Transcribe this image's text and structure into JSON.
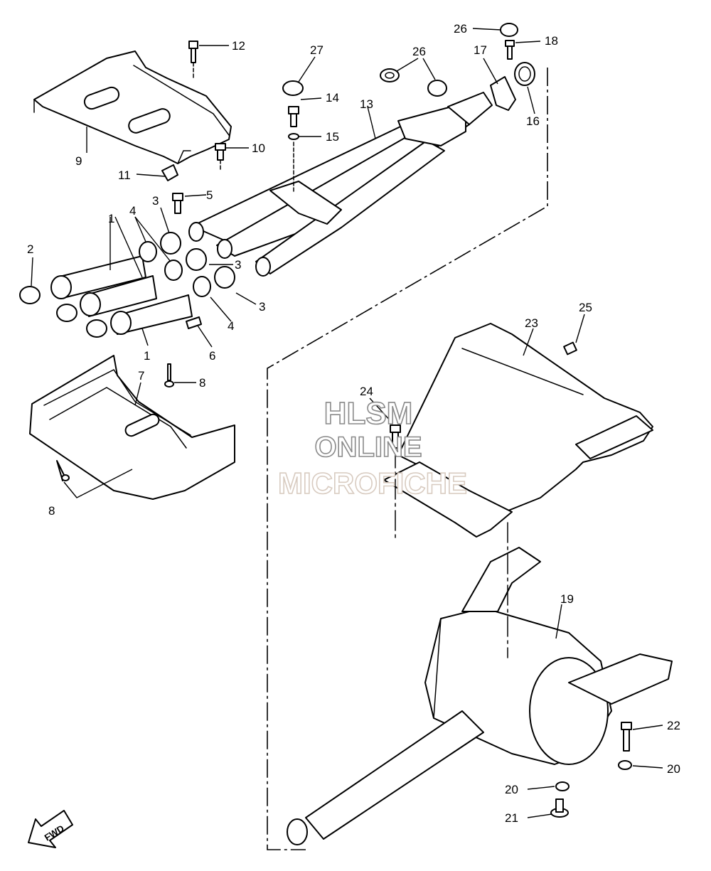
{
  "watermark": {
    "line1": "HLSM",
    "line2": "ONLINE",
    "line3": "MICROFICHE"
  },
  "fwd_label": "FWD",
  "callouts": {
    "c1a": "1",
    "c1b": "1",
    "c2": "2",
    "c3a": "3",
    "c3b": "3",
    "c3c": "3",
    "c4a": "4",
    "c4b": "4",
    "c5": "5",
    "c6": "6",
    "c7": "7",
    "c8a": "8",
    "c8b": "8",
    "c9": "9",
    "c10": "10",
    "c11": "11",
    "c12": "12",
    "c13": "13",
    "c14": "14",
    "c15": "15",
    "c16": "16",
    "c17": "17",
    "c18": "18",
    "c19": "19",
    "c20a": "20",
    "c20b": "20",
    "c21": "21",
    "c22": "22",
    "c23": "23",
    "c24": "24",
    "c25": "25",
    "c26a": "26",
    "c26b": "26",
    "c27": "27"
  }
}
